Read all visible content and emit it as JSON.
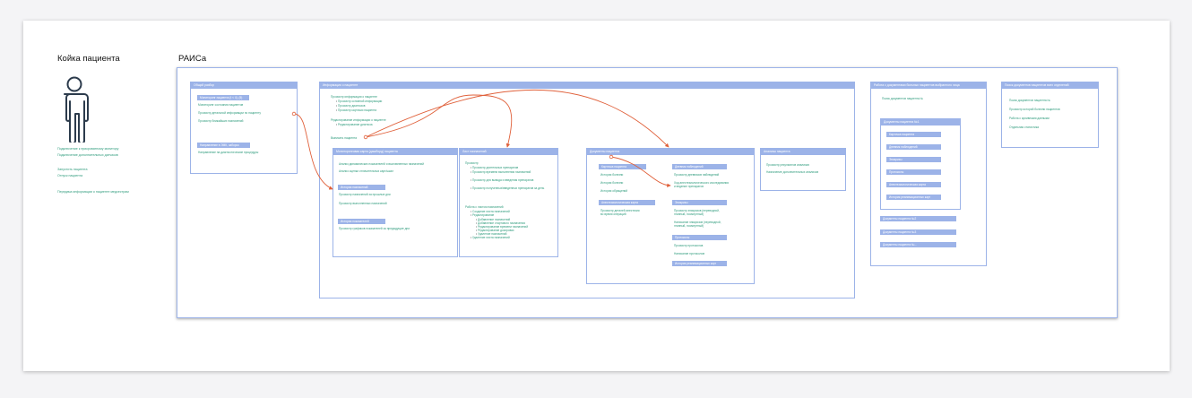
{
  "left": {
    "title": "Койка пациента",
    "links": [
      "Подключение к прикроватному монитору",
      "Подключение дополнительных датчиков",
      "Запустить пациента",
      "Отпуск пациента",
      "Передача информации о пациенте медсестрам"
    ]
  },
  "raisa": {
    "title": "РАИСа",
    "general": {
      "header": "Общий разбор",
      "tag1": "Мониторинг пациента (t < 4), (5)",
      "items1": [
        "Мониторинг состояния пациентов",
        "Просмотр детальной информации по пациенту",
        "Просмотр ближайших назначений"
      ],
      "tag2": "Направление в ЭМК, заборок",
      "items2": [
        "Направление на диагностические процедуры"
      ]
    },
    "info": {
      "header": "Информация о пациенте",
      "list_title": "Просмотр информации о пациенте",
      "list": [
        "Просмотр основной информации",
        "Просмотр диагнозов",
        "Просмотр карточки пациента"
      ],
      "edit_title": "Редактирование информации о пациенте",
      "edit_list": [
        "Редактирование диагноза"
      ],
      "discharge": "Выписать пациента",
      "monitor": {
        "header": "Мониторинговая карта (дашборд) пациента",
        "items": [
          "Анализ динамических показателей и выставленных назначений",
          "Анализ оценки отличительных карт/шкал"
        ],
        "tag1": "История назначений",
        "t1items": [
          "Просмотр назначений за прошлые дни",
          "Просмотр выполненных назначений"
        ],
        "tag2": "История показателей",
        "t2items": [
          "Просмотр графиков показателей за предыдущие дни"
        ]
      },
      "plan": {
        "header": "Лист назначений",
        "view": "Просмотр",
        "view_list": [
          "Просмотр длительных препаратов",
          "Просмотр времени выполнения назначений",
          "Просмотр для вывода и введения препаратов",
          "Просмотр полученных/введенных препаратов за день"
        ],
        "work": "Работа с листом назначений",
        "work_list": [
          "Создание листа назначений",
          "Редактирование"
        ],
        "edit_list": [
          "Добавление назначений",
          "Добавление стартового назначения",
          "Редактирование времени назначений",
          "Редактирование дозировки",
          "Удаление назначений"
        ],
        "last": [
          "Удаление листа назначений"
        ]
      },
      "docs": {
        "header": "Документы пациента",
        "left_tag1": "Карточка пациента",
        "left_items": [
          "История болезни",
          "История болезни",
          "История обращений"
        ],
        "left_tag2": "Анестезиологическая карта",
        "left_items2": [
          "Просмотр деталей анестезии",
          "во время операций"
        ],
        "right_tag1": "Дневник наблюдений",
        "right_items1": [
          "Просмотр дневников наблюдений",
          "Ход анестезиологического исследования и ведение препаратов"
        ],
        "right_tag2": "Эпикризы",
        "right_items2": [
          "Просмотр эпикризов (переводной, этапный, посмертный)",
          "Написание эпикризов (переводной, этапный, посмертный)"
        ],
        "right_tag3": "Протоколы",
        "right_items3": [
          "Просмотр протоколов",
          "Написание протоколов"
        ],
        "right_tag4": "История реанимационных карт"
      },
      "analysis": {
        "header": "Анализы пациента",
        "items": [
          "Просмотр результатов анализов",
          "Назначение дополнительных анализов"
        ]
      }
    },
    "docs_all": {
      "header": "Работа с документами больных пациентов выбранного лица",
      "search": "Поиск документов пациента №",
      "box_header": "Документы пациента №1",
      "box_tags": [
        "Карточка пациента",
        "Дневник наблюдений",
        "Эпикризы",
        "Протоколы",
        "Анестезиологическая карта",
        "История реанимационных карт"
      ],
      "extra": [
        "Документы пациента №2",
        "Документы пациента №3",
        "Документы пациента №..."
      ]
    },
    "docs_search": {
      "header": "Поиск документов пациентов всех отделений",
      "items": [
        "Поиск документов пациента №",
        "Просмотр историй болезни пациентов",
        "Работа с архивными данными",
        "Отдельная статистика"
      ]
    }
  },
  "colors": {
    "accent": "#9cb3e8",
    "link": "#2e9b7c",
    "arrow": "#e0603a"
  }
}
